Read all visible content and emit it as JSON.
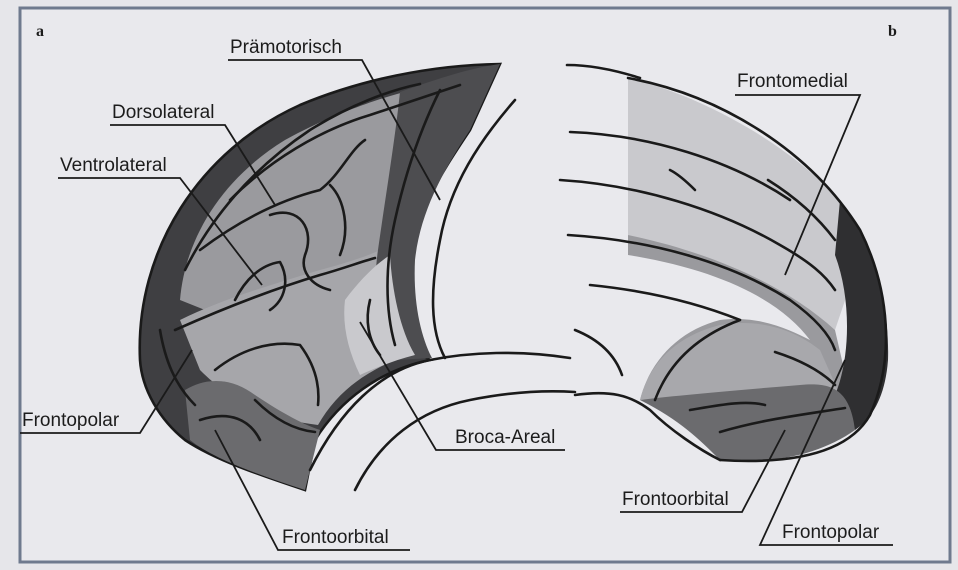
{
  "panels": {
    "a": {
      "letter": "a",
      "labels": {
        "praemotorisch": "Prämotorisch",
        "dorsolateral": "Dorsolateral",
        "ventrolateral": "Ventrolateral",
        "frontopolar": "Frontopolar",
        "broca": "Broca-Areal",
        "frontoorbital": "Frontoorbital"
      }
    },
    "b": {
      "letter": "b",
      "labels": {
        "frontomedial": "Frontomedial",
        "frontoorbital": "Frontoorbital",
        "frontopolar": "Frontopolar"
      }
    }
  },
  "colors": {
    "background": "#e6e6ea",
    "frame": "#6f7a8e",
    "light_region": "#c9c9cd",
    "mid_region": "#9a9a9e",
    "dark_region": "#4a4a4d",
    "darkest_region": "#2f2f31",
    "outline": "#1a1a1a"
  }
}
